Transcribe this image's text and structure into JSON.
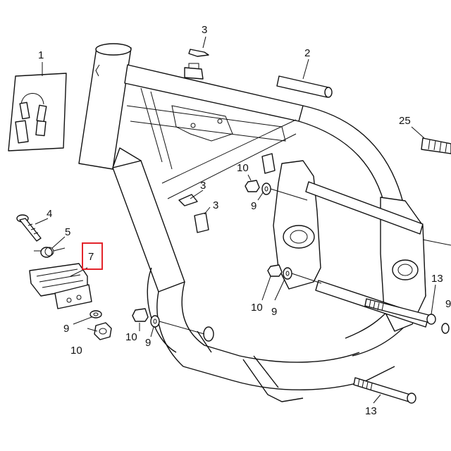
{
  "labels": {
    "l1": "1",
    "l2": "2",
    "l3a": "3",
    "l3b": "3",
    "l3c": "3",
    "l4": "4",
    "l5": "5",
    "l7": "7",
    "l9a": "9",
    "l9b": "9",
    "l9c": "9",
    "l9d": "9",
    "l9e": "9",
    "l10a": "10",
    "l10b": "10",
    "l10c": "10",
    "l10d": "10",
    "l13a": "13",
    "l13b": "13",
    "l25": "25"
  },
  "highlight": {
    "label": "7",
    "color": "#e3242b"
  }
}
